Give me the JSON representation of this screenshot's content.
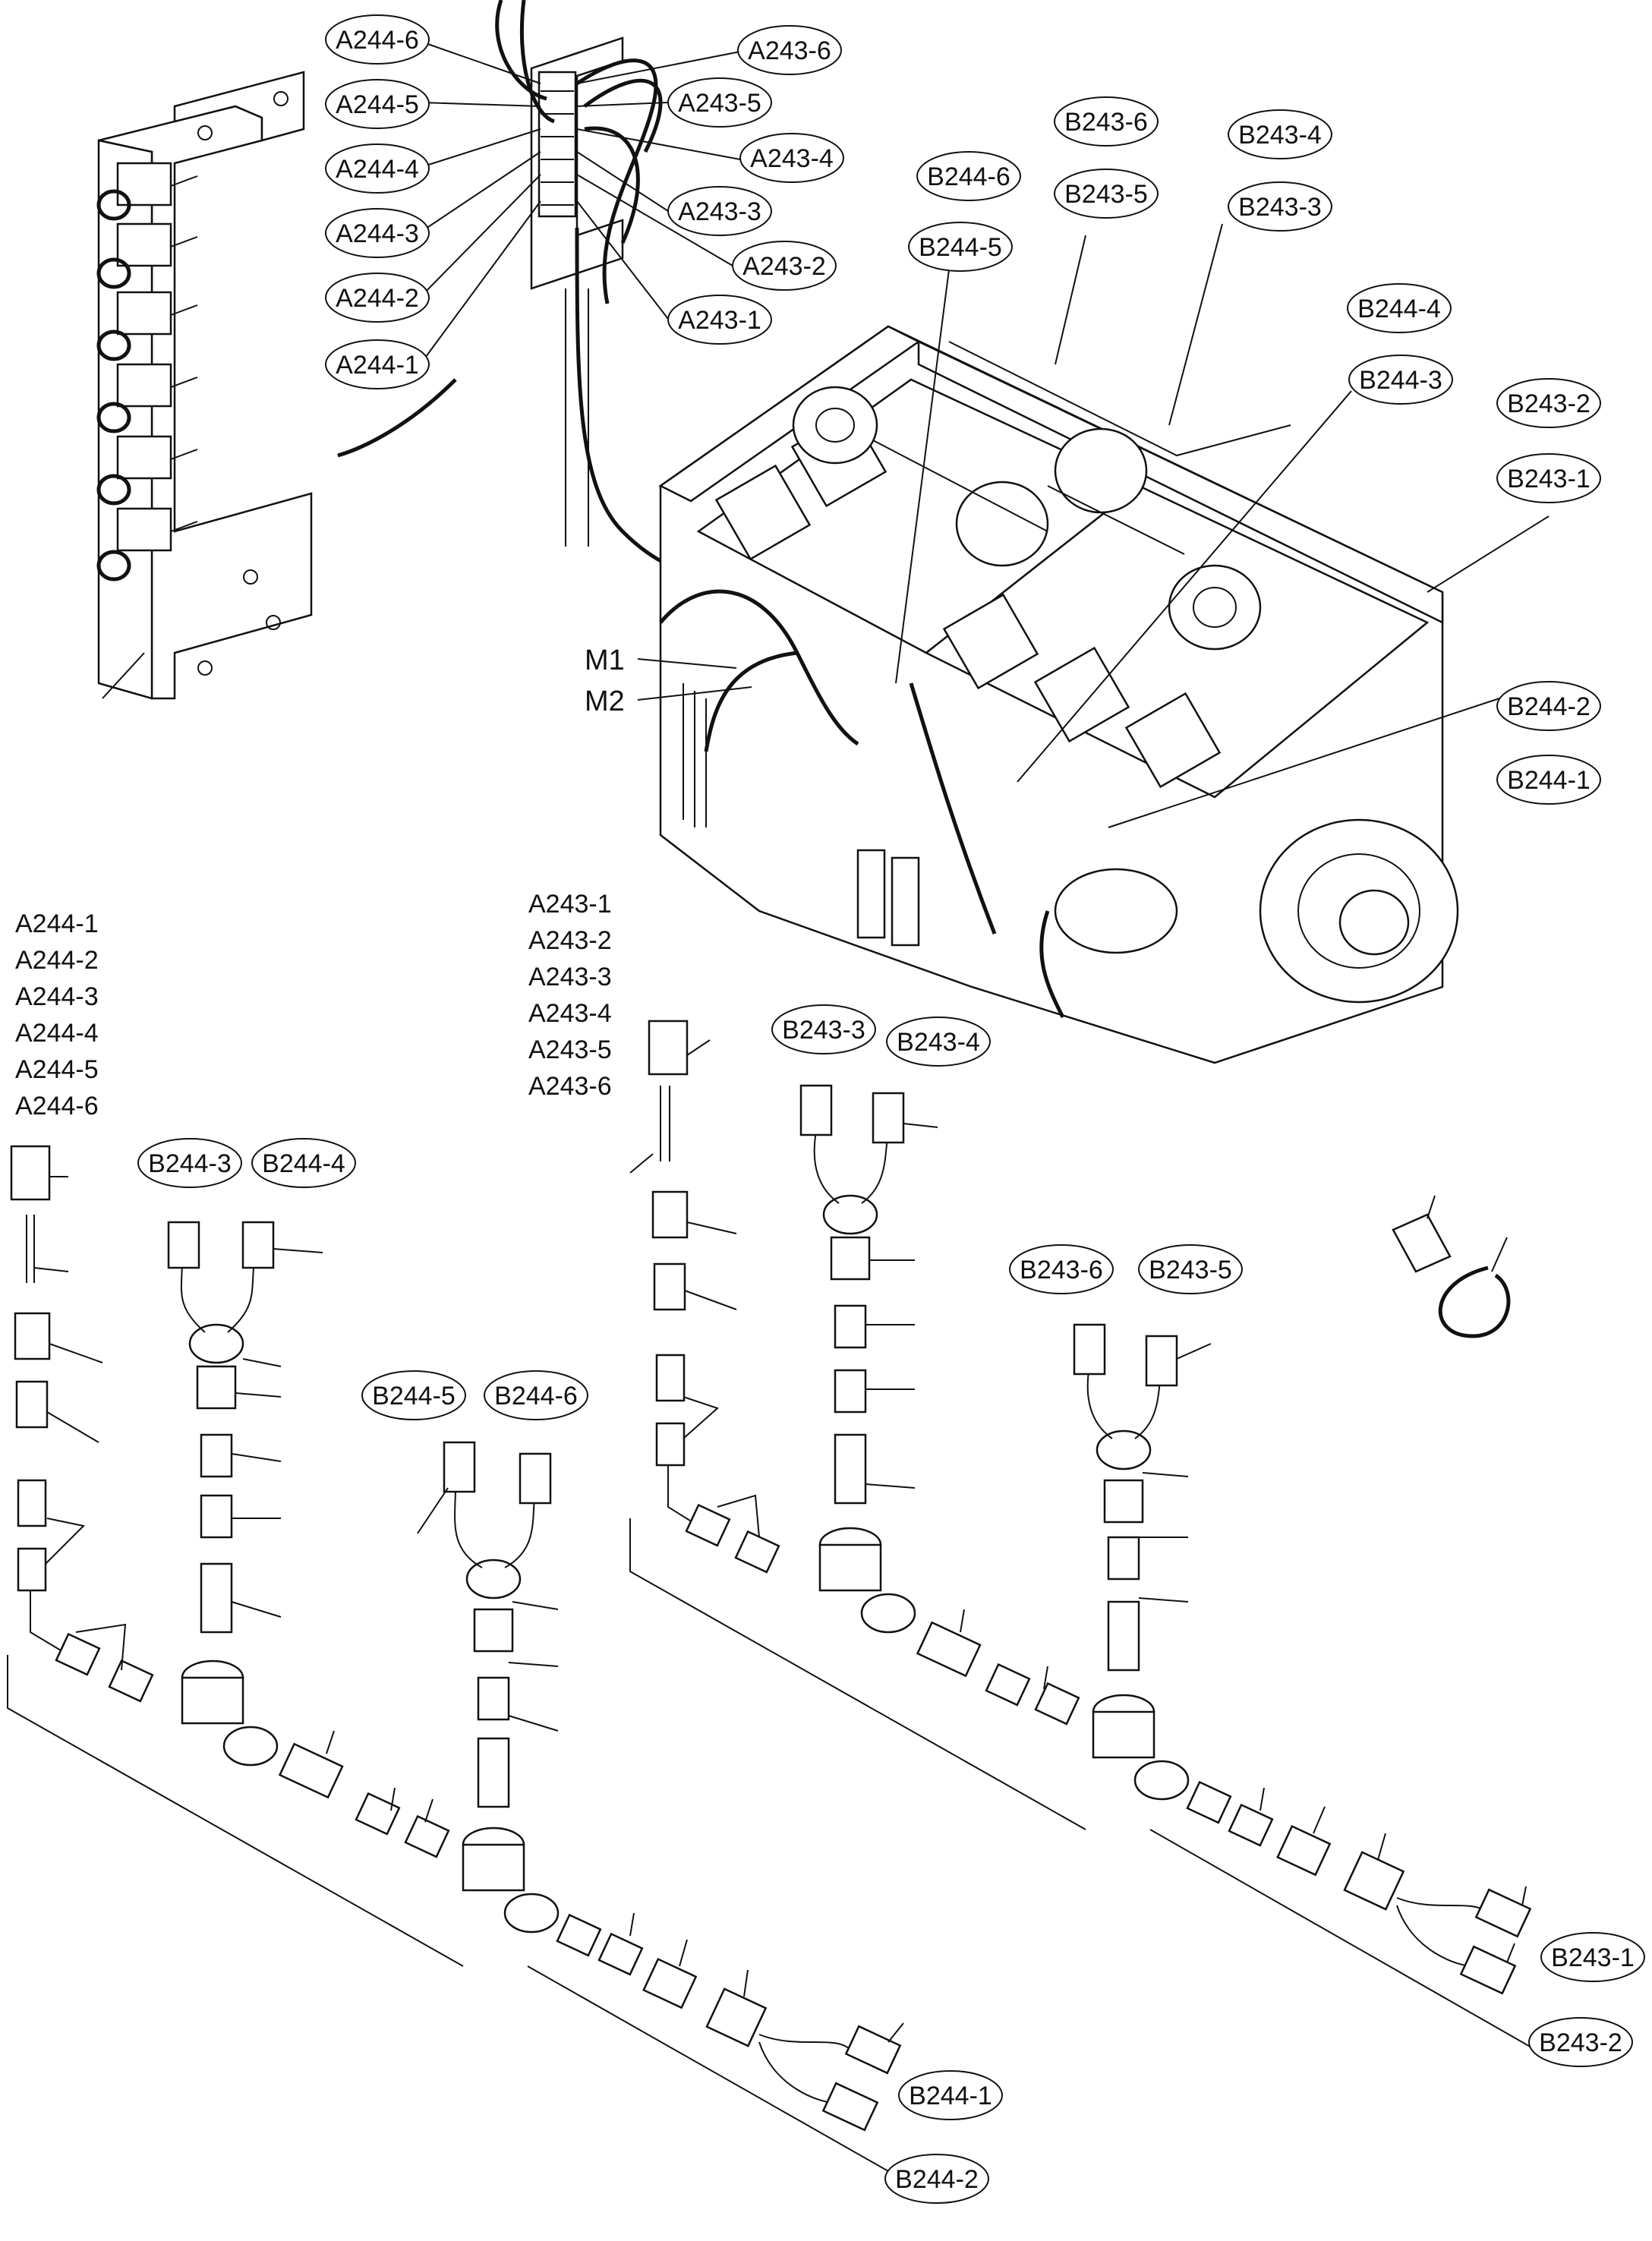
{
  "callouts_top": {
    "a244_6": "A244-6",
    "a244_5": "A244-5",
    "a244_4": "A244-4",
    "a244_3": "A244-3",
    "a244_2": "A244-2",
    "a244_1": "A244-1",
    "a243_6": "A243-6",
    "a243_5": "A243-5",
    "a243_4": "A243-4",
    "a243_3": "A243-3",
    "a243_2": "A243-2",
    "a243_1": "A243-1",
    "b243_6": "B243-6",
    "b243_5": "B243-5",
    "b243_4": "B243-4",
    "b243_3": "B243-3",
    "b244_6": "B244-6",
    "b244_5": "B244-5",
    "b244_4": "B244-4",
    "b244_3": "B244-3",
    "b243_2": "B243-2",
    "b243_1": "B243-1",
    "b244_2": "B244-2",
    "b244_1": "B244-1",
    "m1": "M1",
    "m2": "M2"
  },
  "list_a244": [
    "A244-1",
    "A244-2",
    "A244-3",
    "A244-4",
    "A244-5",
    "A244-6"
  ],
  "list_a243": [
    "A243-1",
    "A243-2",
    "A243-3",
    "A243-4",
    "A243-5",
    "A243-6"
  ],
  "harness_left": {
    "b244_3": "B244-3",
    "b244_4": "B244-4",
    "b244_5": "B244-5",
    "b244_6": "B244-6",
    "b244_1": "B244-1",
    "b244_2": "B244-2"
  },
  "harness_right": {
    "b243_3": "B243-3",
    "b243_4": "B243-4",
    "b243_6": "B243-6",
    "b243_5": "B243-5",
    "b243_1": "B243-1",
    "b243_2": "B243-2"
  }
}
